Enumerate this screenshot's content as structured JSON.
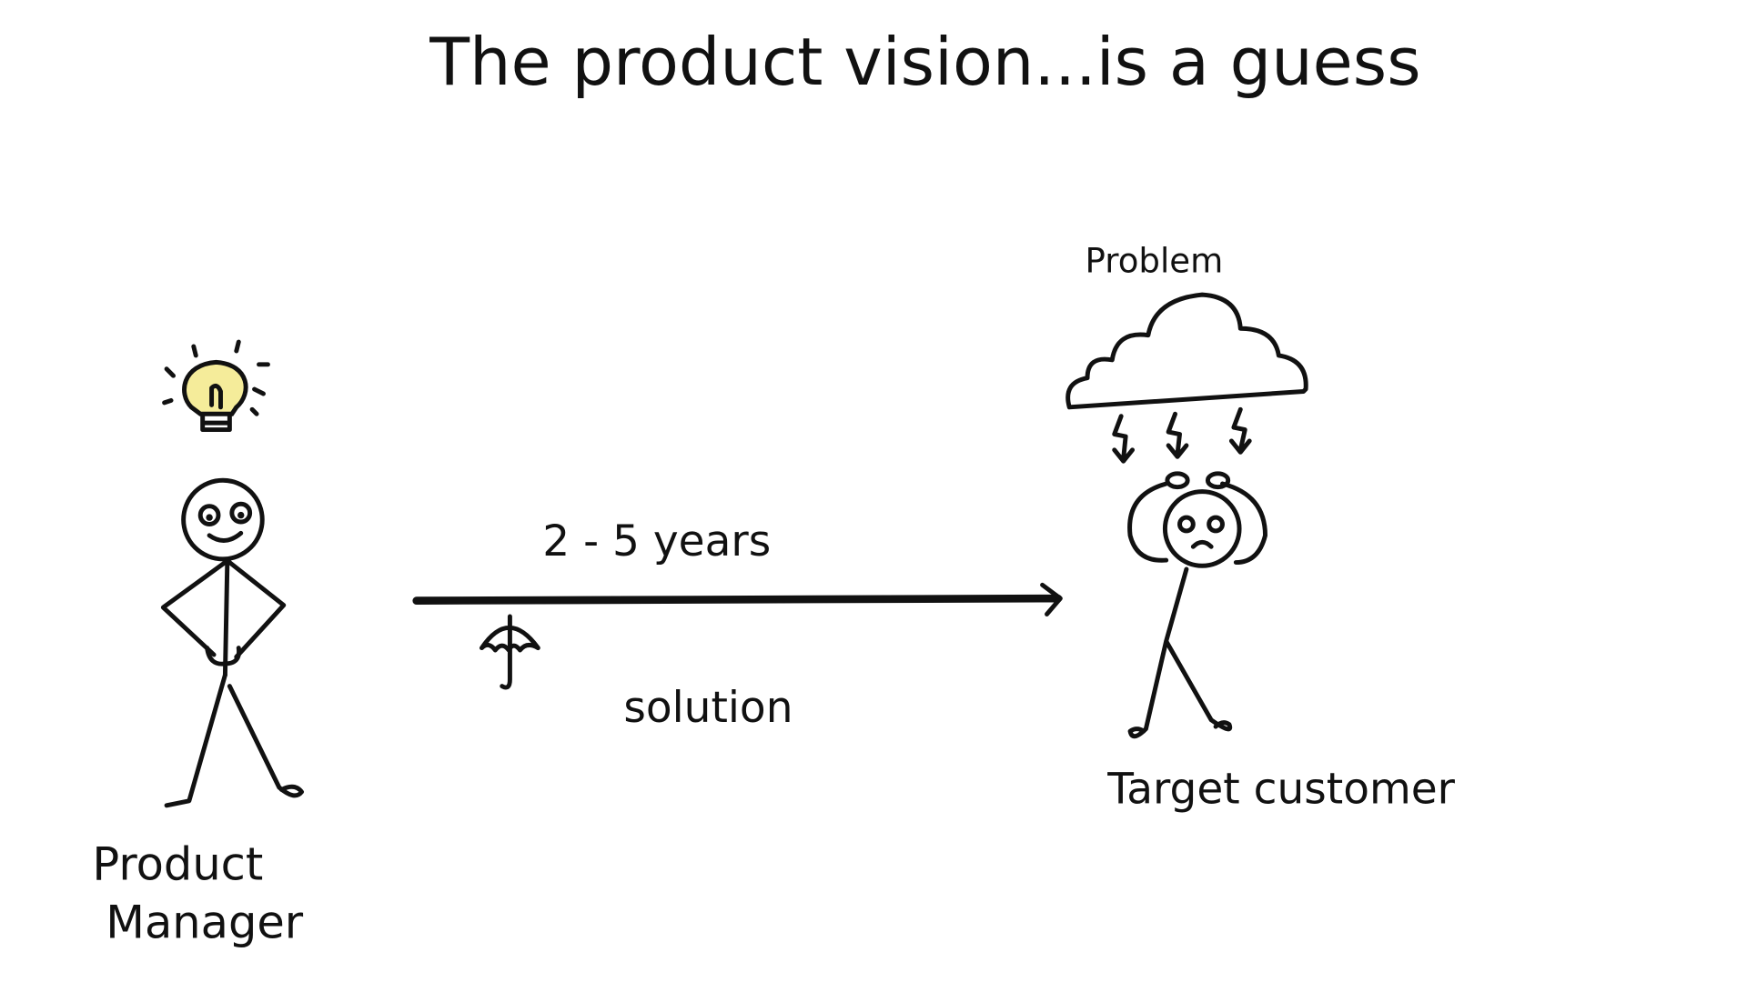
{
  "title": "The product vision...is a guess",
  "labels": {
    "problem": "Problem",
    "timeline": "2 - 5 years",
    "solution": "solution",
    "pm_line1": "Product",
    "pm_line2": "Manager",
    "customer": "Target customer"
  },
  "colors": {
    "ink": "#111111",
    "bulb": "#f5ec9a",
    "background": "#ffffff"
  }
}
